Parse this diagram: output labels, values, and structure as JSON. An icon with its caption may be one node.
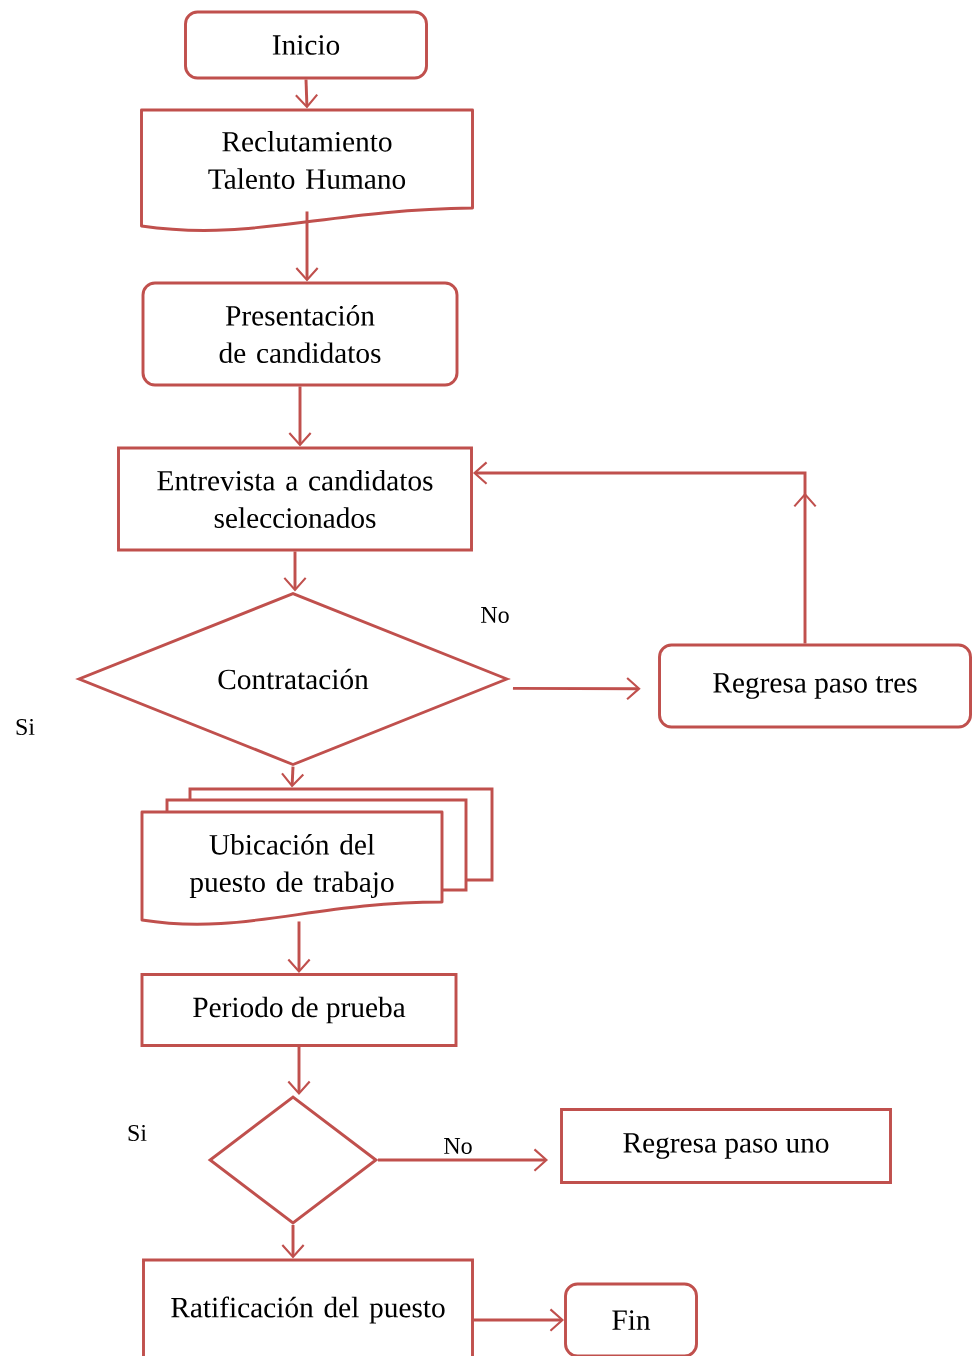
{
  "diagram": {
    "nodes": [
      {
        "text": [
          "Inicio"
        ]
      },
      {
        "text": [
          "Reclutamiento Talento Humano"
        ]
      },
      {
        "text": [
          "Presentación de candidatos"
        ]
      },
      {
        "text": [
          "Entrevista a candidatos seleccionados"
        ]
      },
      {
        "text": [
          "Contratación"
        ]
      },
      {
        "text": [
          "Regresa paso tres"
        ]
      },
      {
        "text": [
          "Ubicación del puesto de trabajo"
        ]
      },
      {
        "text": [
          "Periodo de prueba"
        ]
      },
      {
        "text": [],
        "shape": "diamond"
      },
      {
        "text": [
          "Regresa paso uno"
        ]
      },
      {
        "text": [
          "Ratificación del puesto"
        ]
      },
      {
        "text": [
          "Fin"
        ]
      }
    ],
    "edges": [
      {
        "from": 0,
        "to": 1,
        "arrow": "to"
      },
      {
        "from": 1,
        "to": 2,
        "arrow": "to"
      },
      {
        "from": 2,
        "to": 3,
        "arrow": "to"
      },
      {
        "from": 3,
        "to": 4,
        "arrow": "to"
      },
      {
        "from": 4,
        "to": 5,
        "arrow": "to",
        "label": "No"
      },
      {
        "from": 5,
        "to": 3,
        "arrow": "to"
      },
      {
        "from": 4,
        "to": 6,
        "arrow": "to"
      },
      {
        "from": 6,
        "to": 7,
        "arrow": "to"
      },
      {
        "from": 7,
        "to": 8,
        "arrow": "to"
      },
      {
        "from": 8,
        "to": 9,
        "arrow": "to",
        "label": "No"
      },
      {
        "from": 8,
        "to": 10,
        "arrow": "to"
      },
      {
        "from": 10,
        "to": 11,
        "arrow": "to"
      }
    ],
    "labels": [
      "Si",
      "Si"
    ]
  }
}
